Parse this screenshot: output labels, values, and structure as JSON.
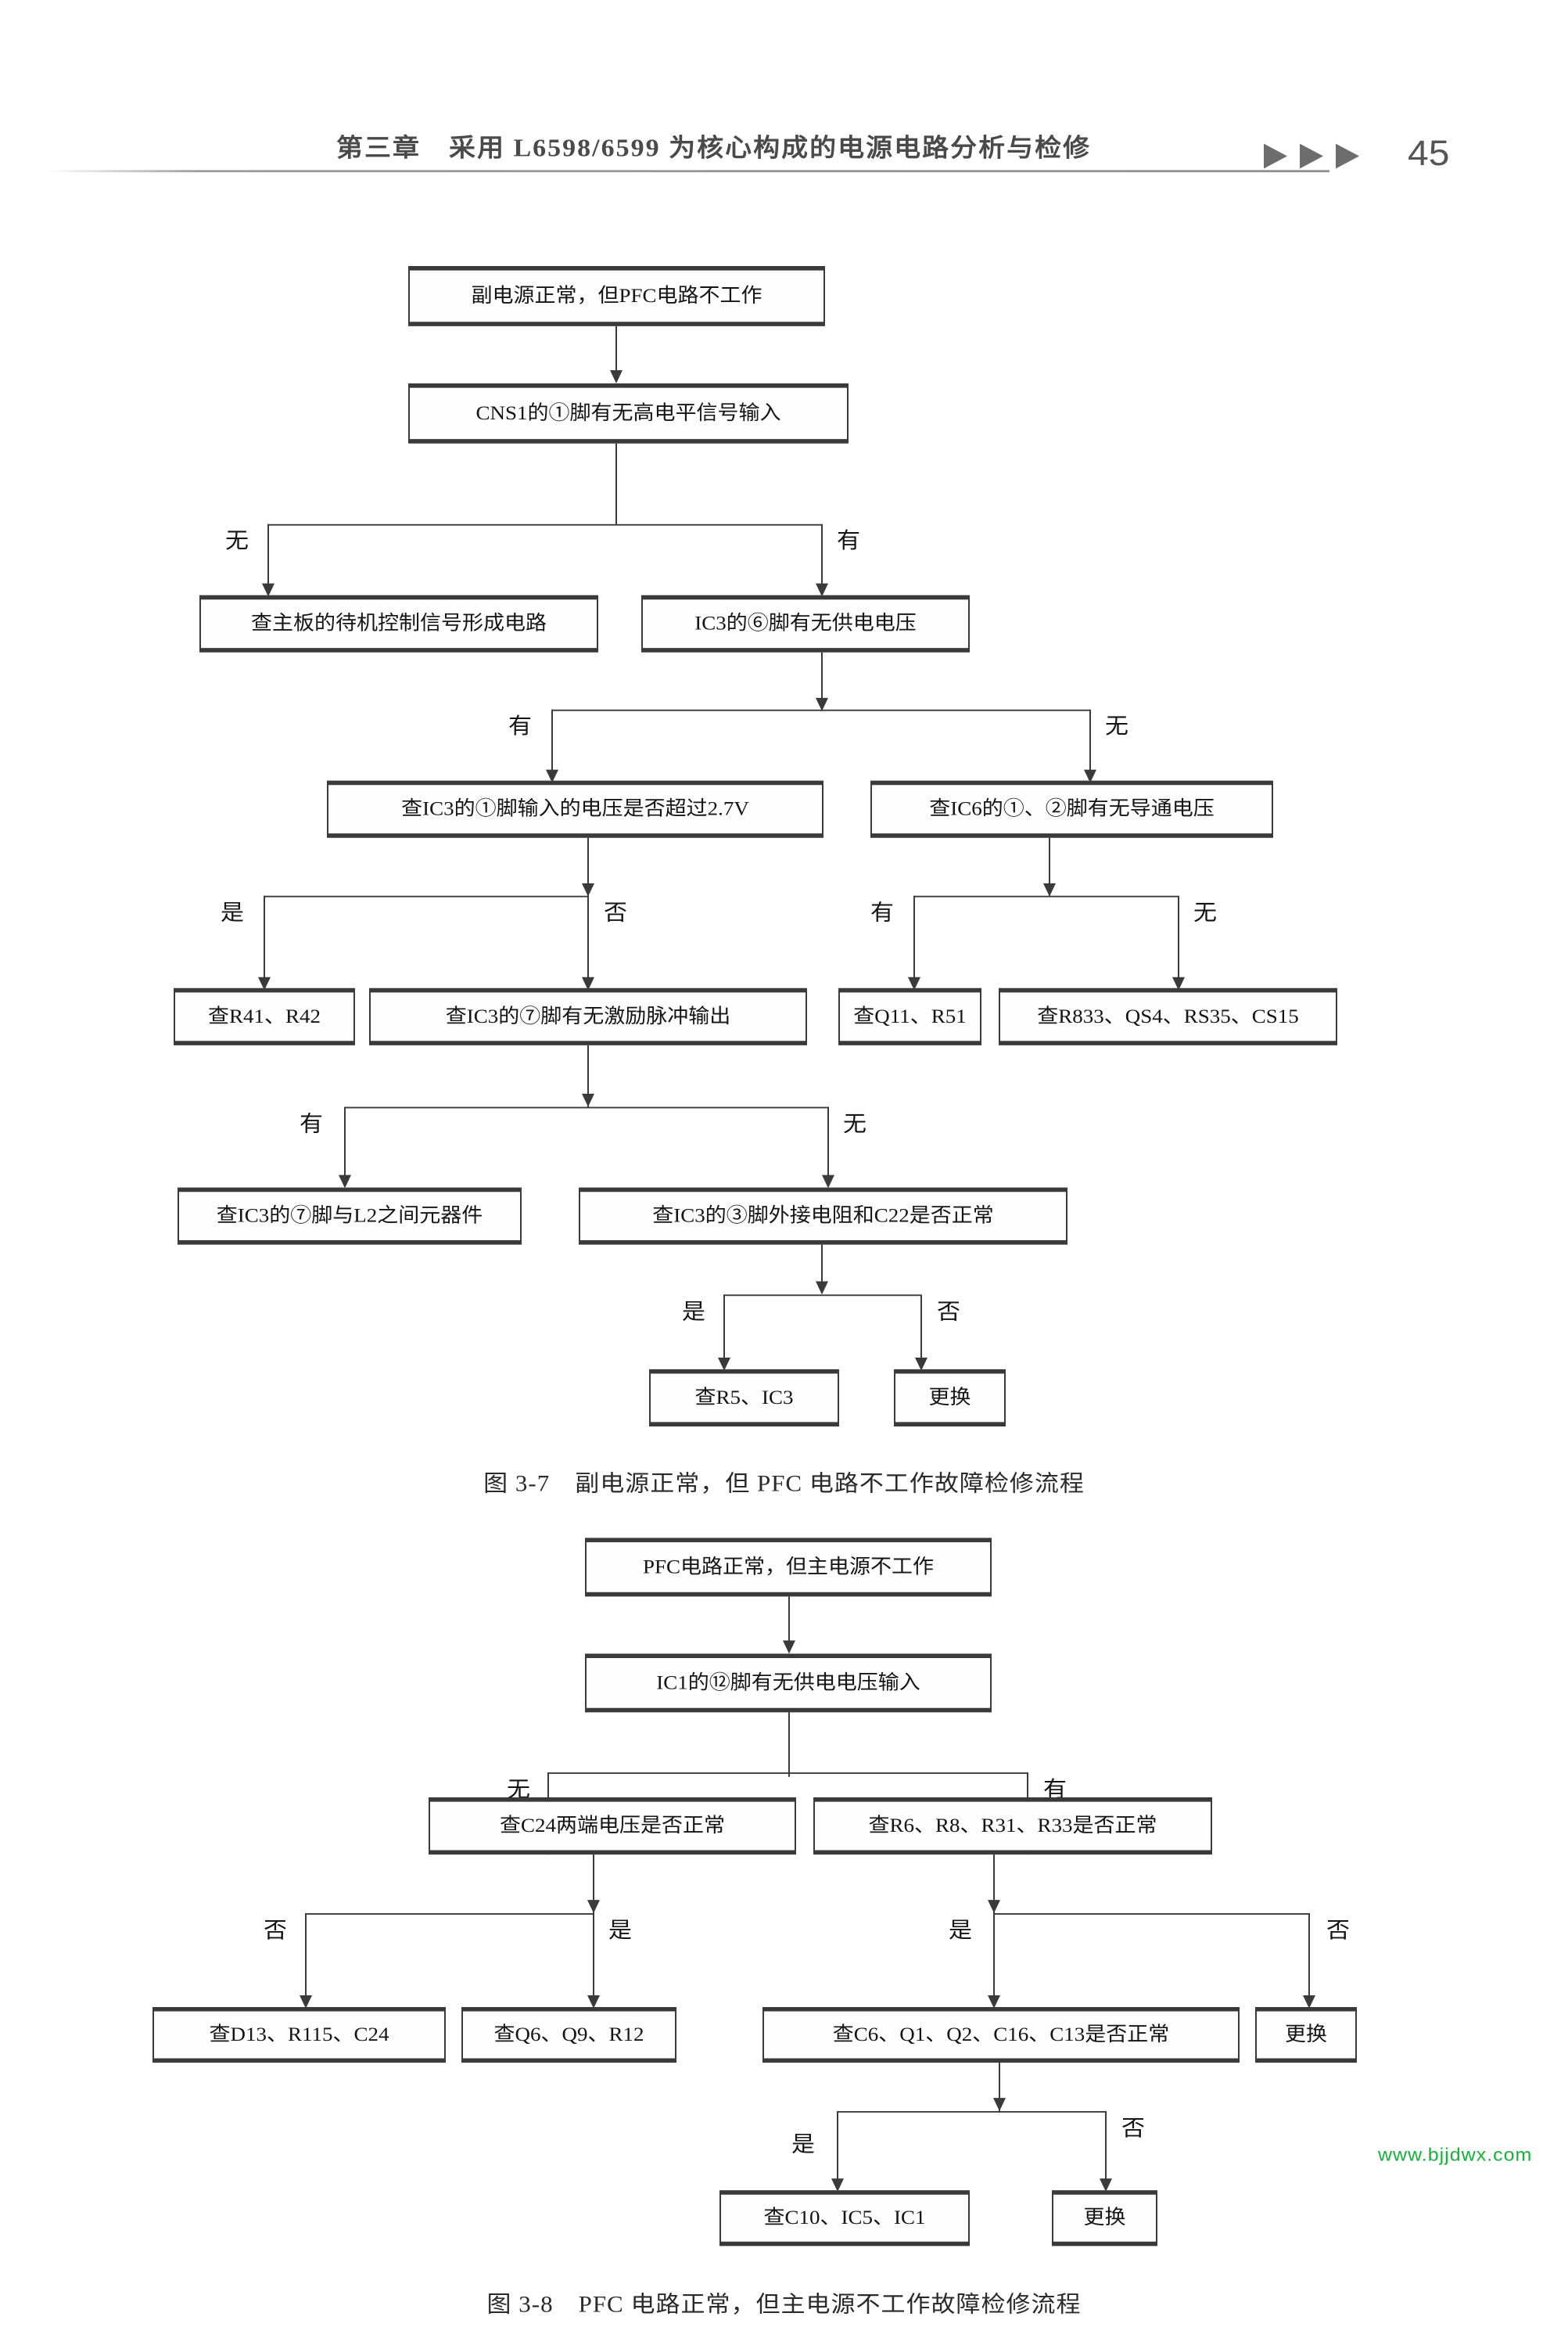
{
  "header": {
    "title": "第三章　采用 L6598/6599 为核心构成的电源电路分析与检修",
    "page_number": "45",
    "arrow_icon": "triangle-right-icon",
    "arrow_count": 3
  },
  "watermark": {
    "text": "www.bjjdwx.com",
    "color": "#16b03a"
  },
  "figures": [
    {
      "id": "fig-3-7",
      "caption": "图 3-7　副电源正常，但 PFC 电路不工作故障检修流程",
      "chart_data": {
        "type": "flowchart",
        "title": "副电源正常，但 PFC 电路不工作故障检修流程",
        "nodes": [
          {
            "id": "n1",
            "label": "副电源正常，但PFC电路不工作"
          },
          {
            "id": "n2",
            "label": "CNS1的①脚有无高电平信号输入"
          },
          {
            "id": "n3",
            "label": "查主板的待机控制信号形成电路"
          },
          {
            "id": "n4",
            "label": "IC3的⑥脚有无供电电压"
          },
          {
            "id": "n5",
            "label": "查IC3的①脚输入的电压是否超过2.7V"
          },
          {
            "id": "n6",
            "label": "查IC6的①、②脚有无导通电压"
          },
          {
            "id": "n7",
            "label": "查R41、R42"
          },
          {
            "id": "n8",
            "label": "查IC3的⑦脚有无激励脉冲输出"
          },
          {
            "id": "n9",
            "label": "查Q11、R51"
          },
          {
            "id": "n10",
            "label": "查R833、QS4、RS35、CS15"
          },
          {
            "id": "n11",
            "label": "查IC3的⑦脚与L2之间元器件"
          },
          {
            "id": "n12",
            "label": "查IC3的③脚外接电阻和C22是否正常"
          },
          {
            "id": "n13",
            "label": "查R5、IC3"
          },
          {
            "id": "n14",
            "label": "更换"
          }
        ],
        "edges": [
          {
            "from": "n1",
            "to": "n2",
            "label": ""
          },
          {
            "from": "n2",
            "to": "n3",
            "label": "无"
          },
          {
            "from": "n2",
            "to": "n4",
            "label": "有"
          },
          {
            "from": "n4",
            "to": "n5",
            "label": "有"
          },
          {
            "from": "n4",
            "to": "n6",
            "label": "无"
          },
          {
            "from": "n5",
            "to": "n7",
            "label": "是"
          },
          {
            "from": "n5",
            "to": "n8",
            "label": "否"
          },
          {
            "from": "n6",
            "to": "n9",
            "label": "有"
          },
          {
            "from": "n6",
            "to": "n10",
            "label": "无"
          },
          {
            "from": "n8",
            "to": "n11",
            "label": "有"
          },
          {
            "from": "n8",
            "to": "n12",
            "label": "无"
          },
          {
            "from": "n12",
            "to": "n13",
            "label": "是"
          },
          {
            "from": "n12",
            "to": "n14",
            "label": "否"
          }
        ]
      }
    },
    {
      "id": "fig-3-8",
      "caption": "图 3-8　PFC 电路正常，但主电源不工作故障检修流程",
      "chart_data": {
        "type": "flowchart",
        "title": "PFC 电路正常，但主电源不工作故障检修流程",
        "nodes": [
          {
            "id": "m1",
            "label": "PFC电路正常，但主电源不工作"
          },
          {
            "id": "m2",
            "label": "IC1的⑫脚有无供电电压输入"
          },
          {
            "id": "m3",
            "label": "查C24两端电压是否正常"
          },
          {
            "id": "m4",
            "label": "查R6、R8、R31、R33是否正常"
          },
          {
            "id": "m5",
            "label": "查D13、R115、C24"
          },
          {
            "id": "m6",
            "label": "查Q6、Q9、R12"
          },
          {
            "id": "m7",
            "label": "查C6、Q1、Q2、C16、C13是否正常"
          },
          {
            "id": "m8",
            "label": "更换"
          },
          {
            "id": "m9",
            "label": "查C10、IC5、IC1"
          },
          {
            "id": "m10",
            "label": "更换"
          }
        ],
        "edges": [
          {
            "from": "m1",
            "to": "m2",
            "label": ""
          },
          {
            "from": "m2",
            "to": "m3",
            "label": "无"
          },
          {
            "from": "m2",
            "to": "m4",
            "label": "有"
          },
          {
            "from": "m3",
            "to": "m5",
            "label": "否"
          },
          {
            "from": "m3",
            "to": "m6",
            "label": "是"
          },
          {
            "from": "m4",
            "to": "m7",
            "label": "是"
          },
          {
            "from": "m4",
            "to": "m8",
            "label": "否"
          },
          {
            "from": "m7",
            "to": "m9",
            "label": "是"
          },
          {
            "from": "m7",
            "to": "m10",
            "label": "否"
          }
        ]
      }
    }
  ]
}
